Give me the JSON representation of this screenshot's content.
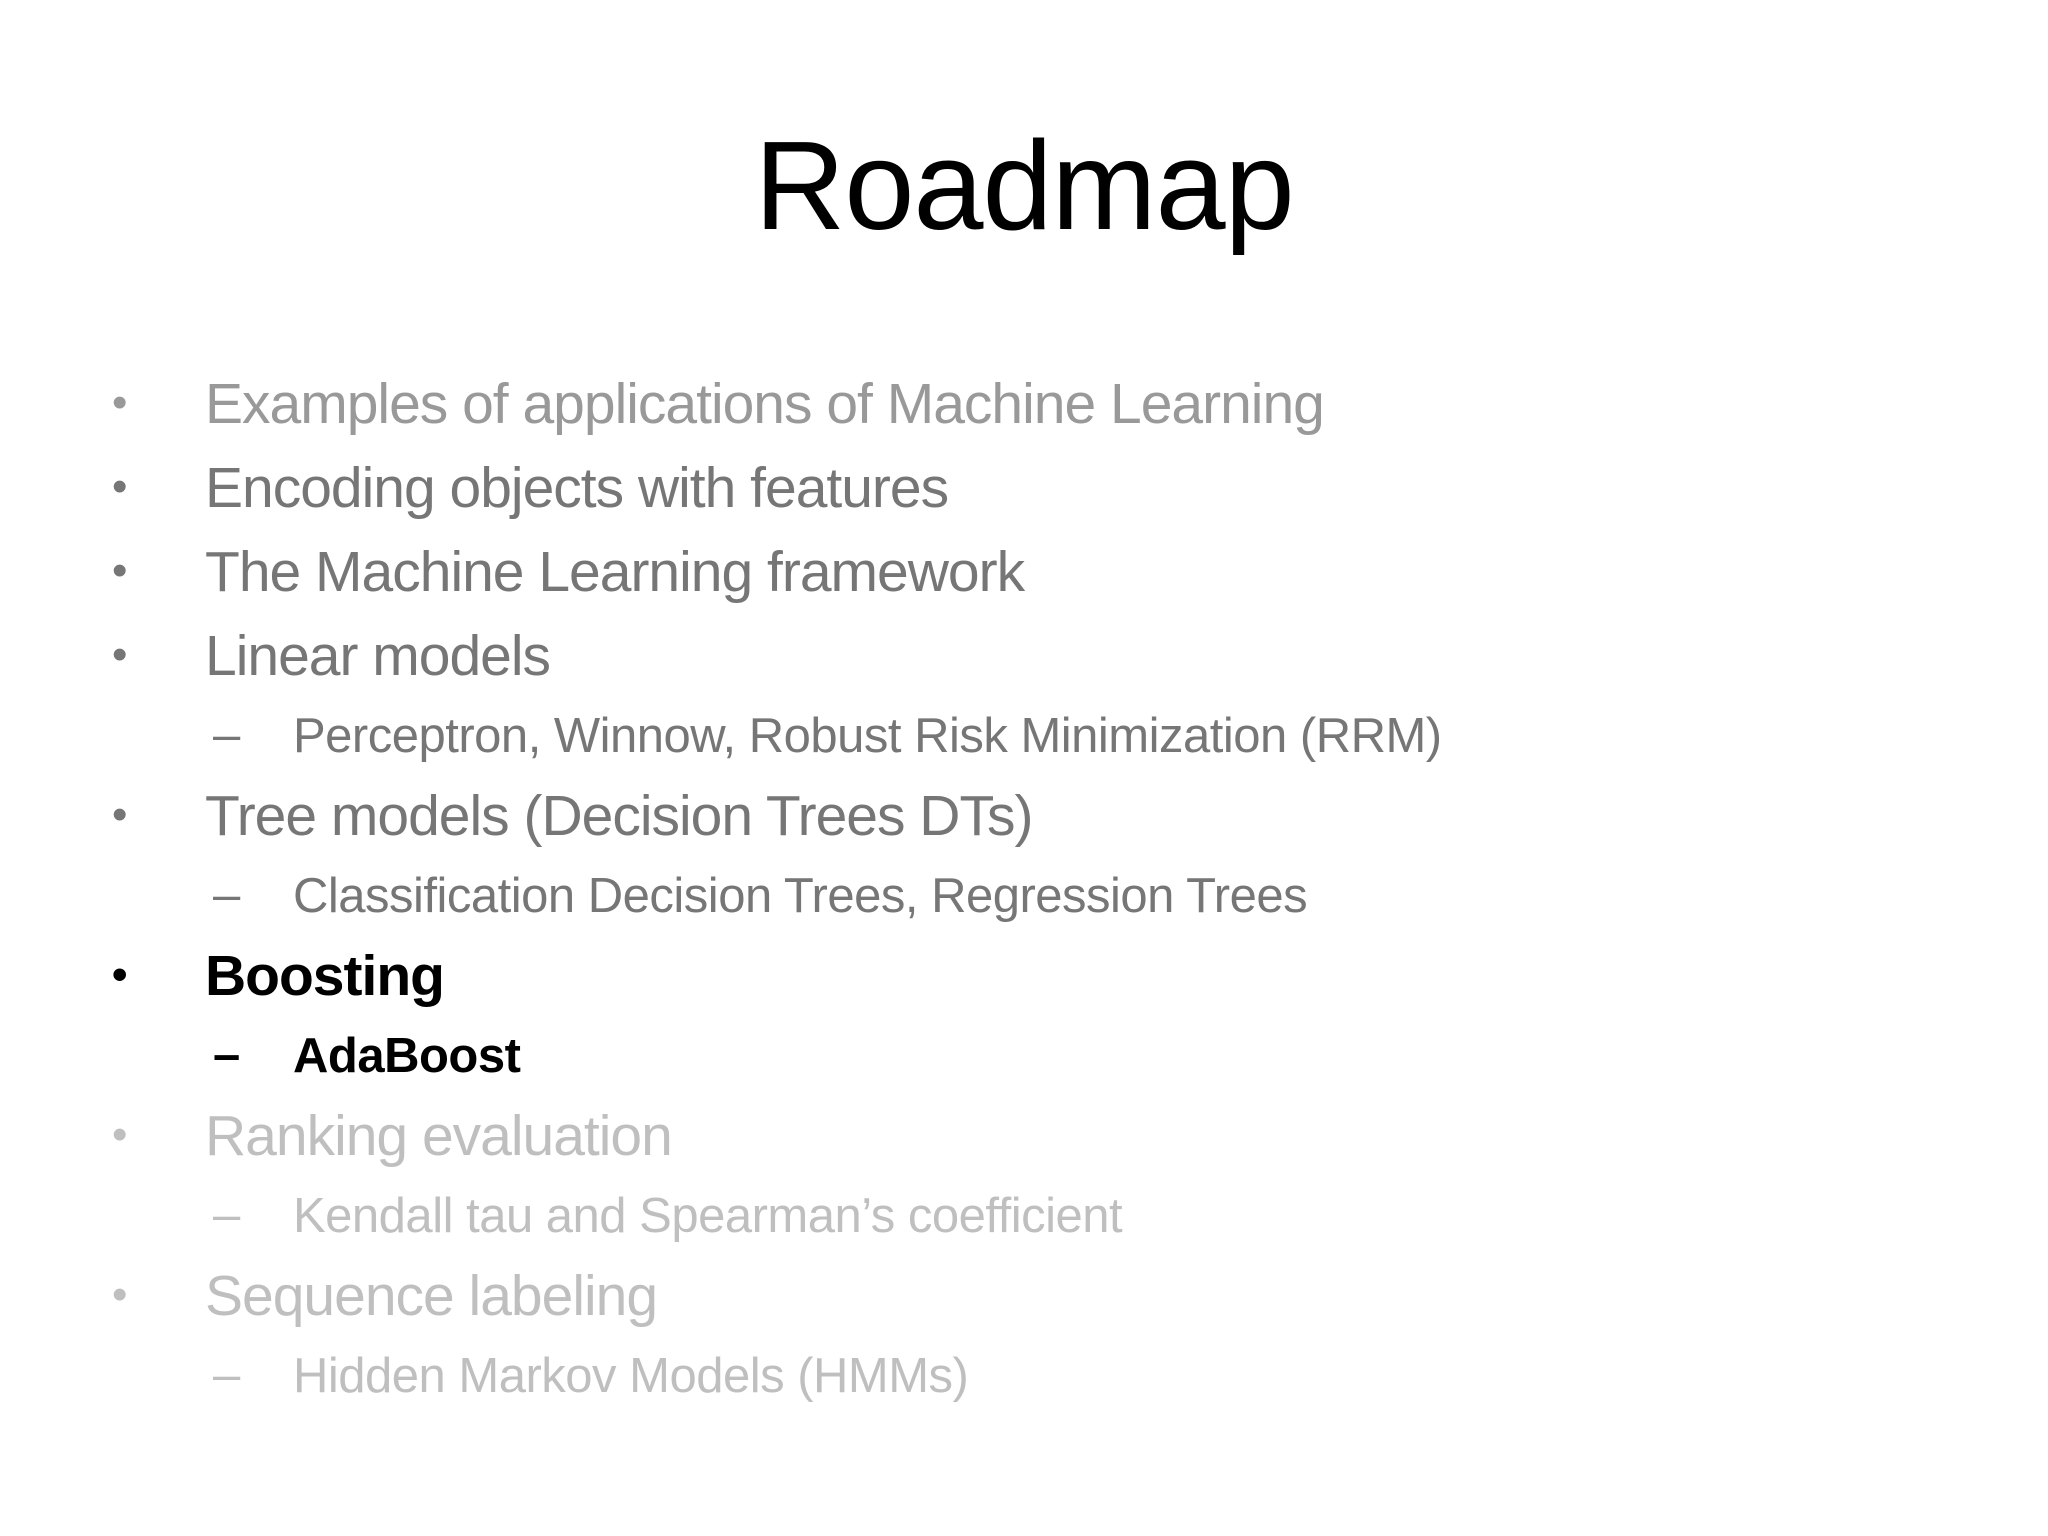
{
  "slide": {
    "title": "Roadmap",
    "background": "#ffffff"
  },
  "palette": {
    "title": "#000000",
    "current": "#000000",
    "covered": "#767676",
    "covered_earlier": "#999999",
    "upcoming": "#bfbfbf"
  },
  "markers": {
    "level1": "•",
    "level2": "–"
  },
  "list": {
    "items": [
      {
        "text": "Examples of applications of Machine Learning",
        "level": 1,
        "state": "covered_earlier"
      },
      {
        "text": "Encoding objects with features",
        "level": 1,
        "state": "covered"
      },
      {
        "text": "The Machine Learning framework",
        "level": 1,
        "state": "covered"
      },
      {
        "text": "Linear models",
        "level": 1,
        "state": "covered"
      },
      {
        "text": "Perceptron, Winnow, Robust Risk Minimization (RRM)",
        "level": 2,
        "state": "covered"
      },
      {
        "text": "Tree models (Decision Trees DTs)",
        "level": 1,
        "state": "covered"
      },
      {
        "text": "Classification Decision Trees, Regression Trees",
        "level": 2,
        "state": "covered"
      },
      {
        "text": "Boosting",
        "level": 1,
        "state": "current"
      },
      {
        "text": "AdaBoost",
        "level": 2,
        "state": "current"
      },
      {
        "text": "Ranking evaluation",
        "level": 1,
        "state": "upcoming"
      },
      {
        "text": "Kendall tau and Spearman’s coefficient",
        "level": 2,
        "state": "upcoming"
      },
      {
        "text": "Sequence labeling",
        "level": 1,
        "state": "upcoming"
      },
      {
        "text": "Hidden Markov Models (HMMs)",
        "level": 2,
        "state": "upcoming"
      }
    ]
  }
}
